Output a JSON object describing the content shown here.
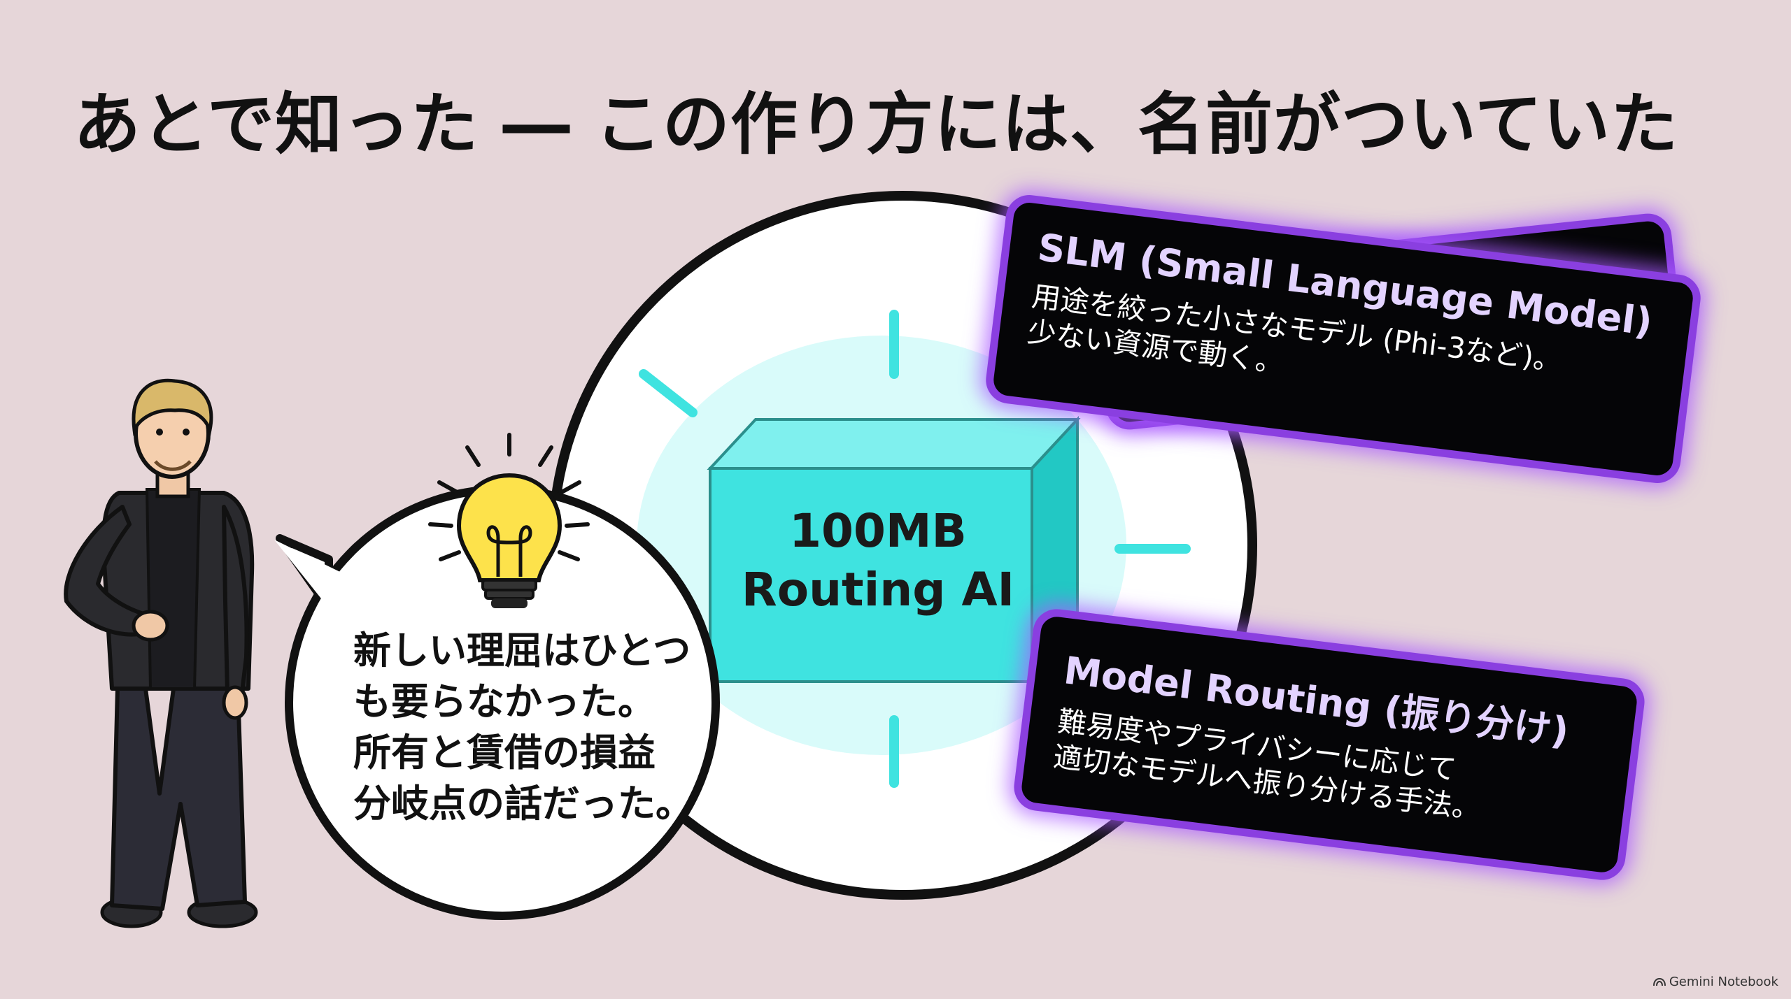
{
  "title": "あとで知った ― この作り方には、名前がついていた",
  "speech": {
    "lines": [
      "新しい理屈はひとつ",
      "も要らなかった。",
      "所有と賃借の損益",
      "分岐点の話だった。"
    ]
  },
  "cube": {
    "line1": "100MB",
    "line2": "Routing AI",
    "color": "#3fe3e0"
  },
  "cards": {
    "slm": {
      "title": "SLM (Small Language Model)",
      "body": [
        "用途を絞った小さなモデル (Phi-3など)。",
        "少ない資源で動く。"
      ]
    },
    "routing": {
      "title": "Model Routing (振り分け)",
      "body": [
        "難易度やプライバシーに応じて",
        "適切なモデルへ振り分ける手法。"
      ]
    }
  },
  "colors": {
    "background": "#e6d6d9",
    "card_border": "#8a3fe0",
    "accent_cyan": "#3fe3e0",
    "bulb": "#fde24b"
  },
  "watermark": {
    "icon": "gemini-icon",
    "text": "Gemini Notebook"
  }
}
